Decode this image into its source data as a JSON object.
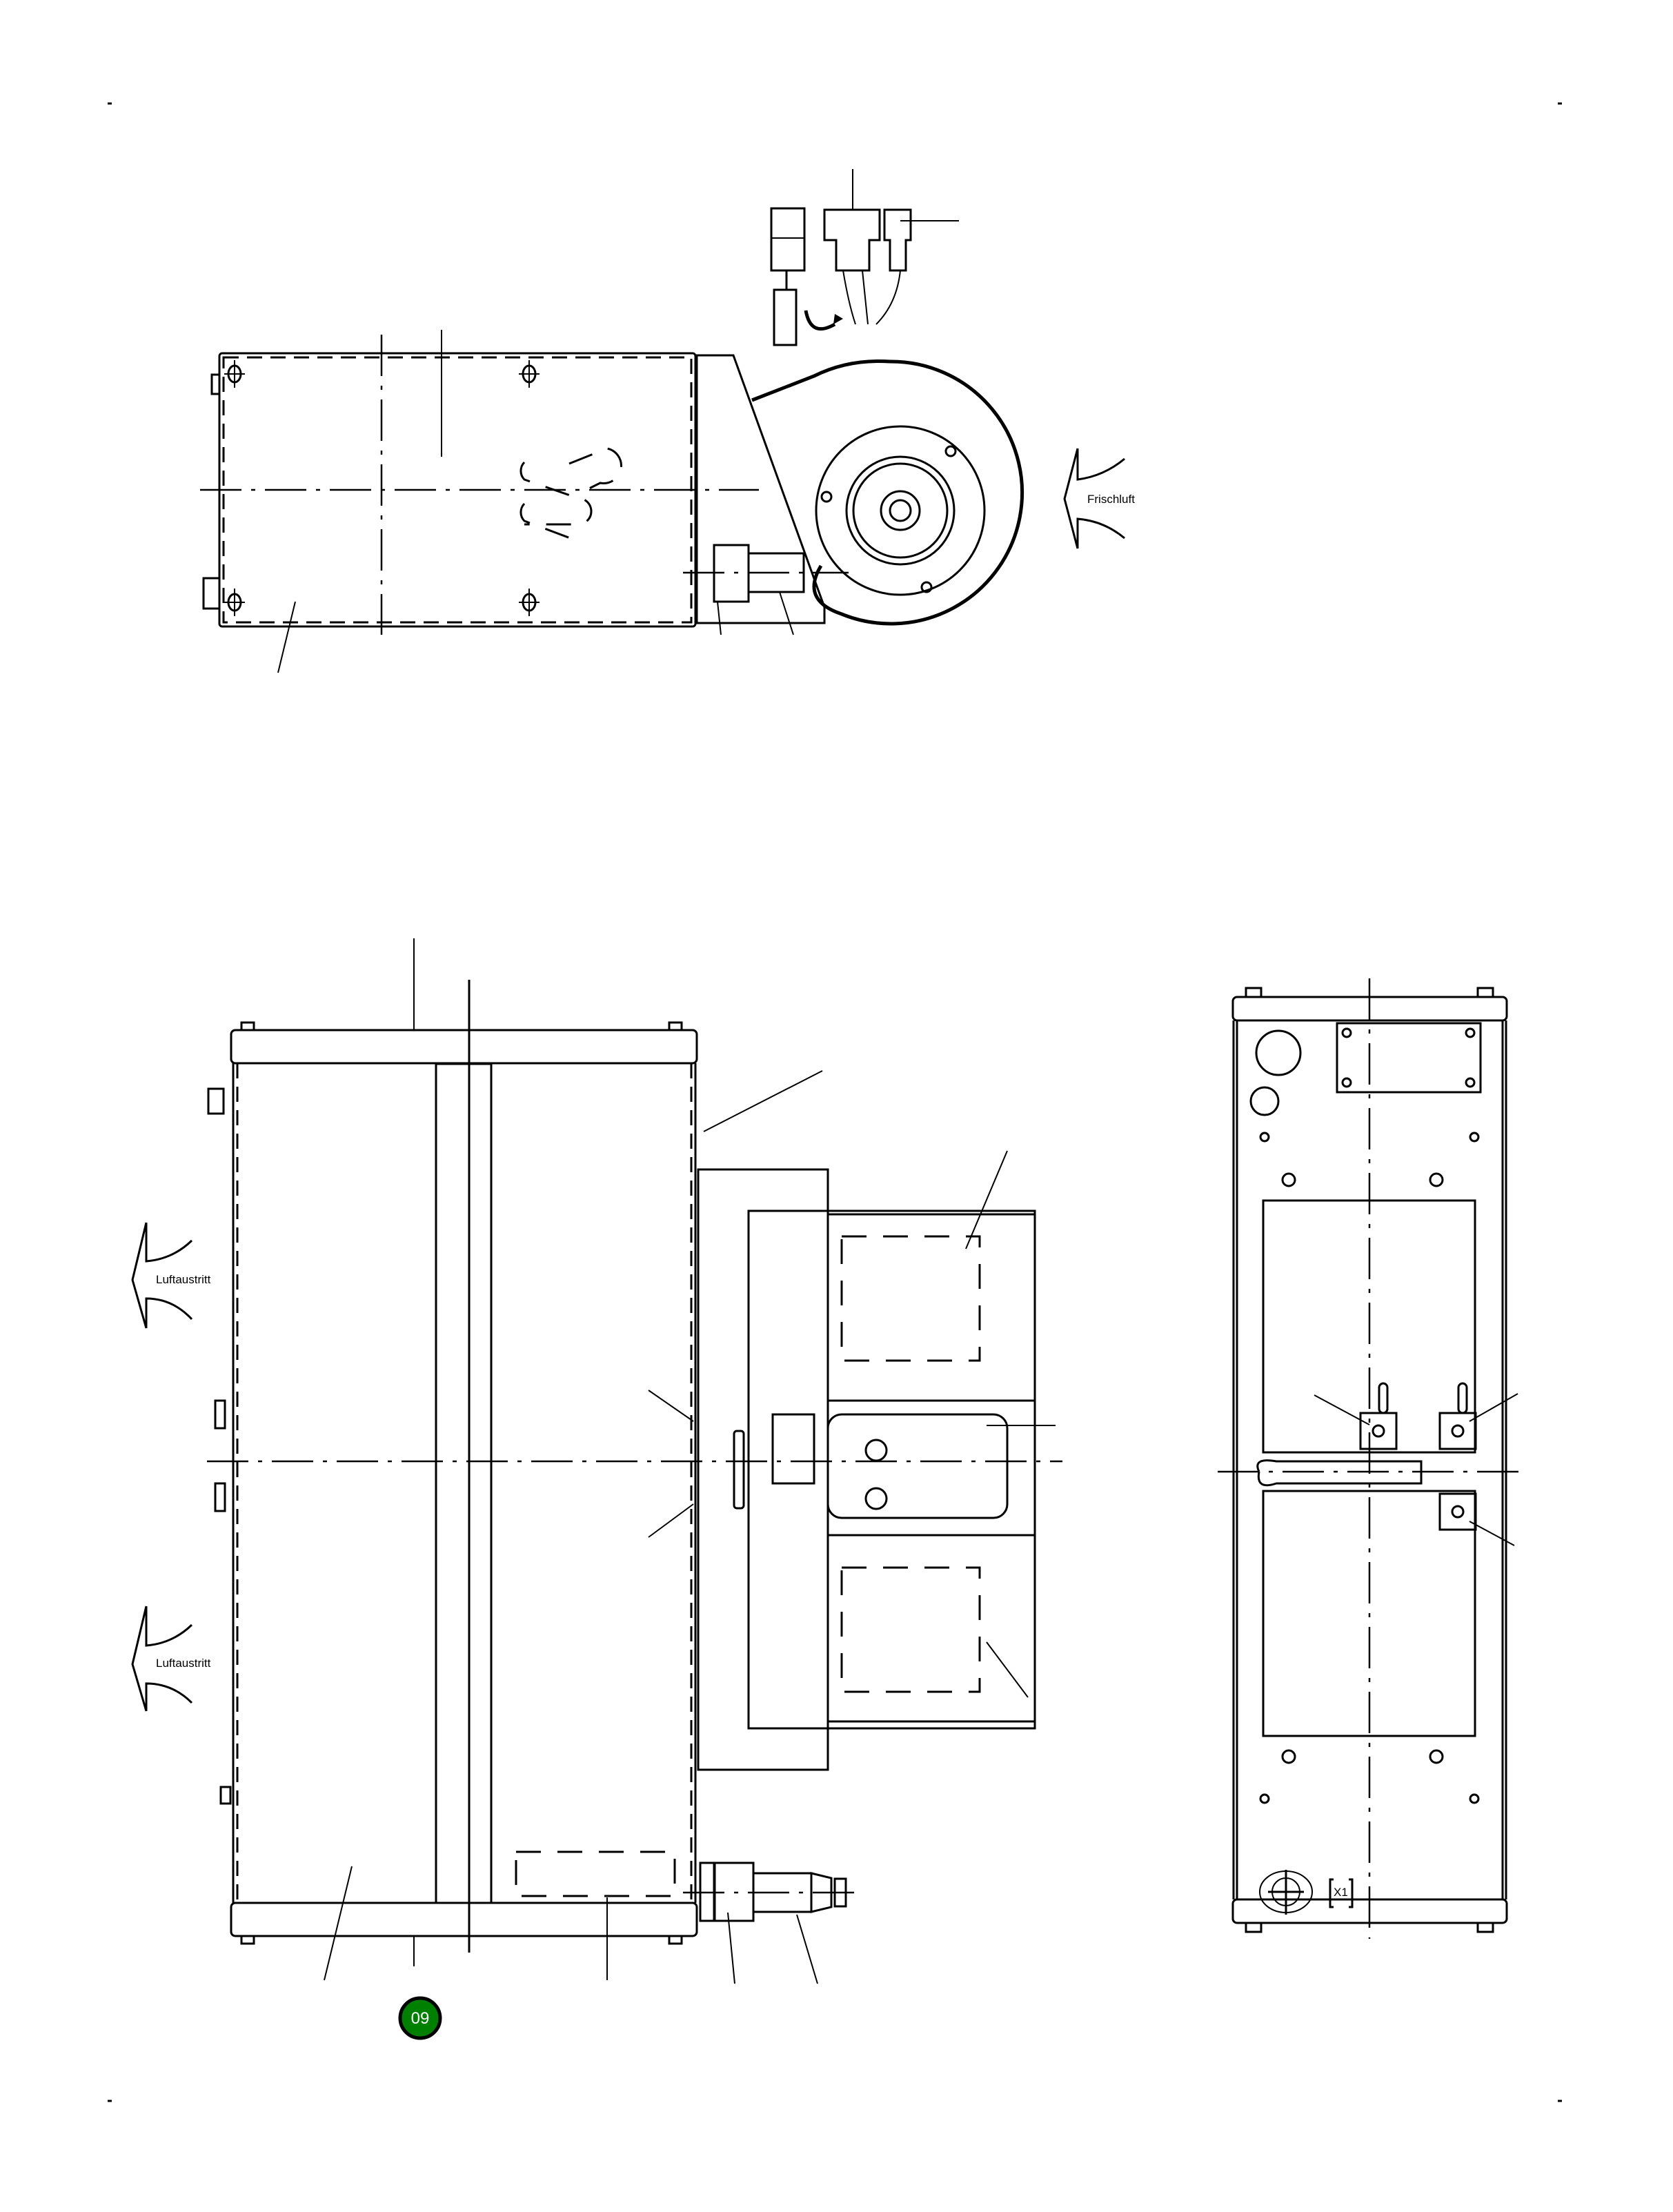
{
  "document": {
    "type": "technical-drawing",
    "colors": {
      "line": "#000000",
      "background": "#ffffff",
      "badge_fill": "#008000",
      "badge_text": "#ffffff"
    }
  },
  "corner_marks": [
    {
      "position": "top-left",
      "glyph": "-"
    },
    {
      "position": "top-right",
      "glyph": "-"
    },
    {
      "position": "bottom-left",
      "glyph": "-"
    },
    {
      "position": "bottom-right",
      "glyph": "-"
    }
  ],
  "top_view": {
    "airflow_label": "Frischluft",
    "airflow_icon": "arrow-left-icon",
    "components": [
      "heat-exchanger-housing",
      "blower-fan",
      "connector-plugs",
      "inlet-fitting",
      "mounting-bracket"
    ]
  },
  "front_view": {
    "airflow_labels": [
      "Luftaustritt",
      "Luftaustritt"
    ],
    "airflow_icon": "arrow-left-icon",
    "callout_badge": {
      "number": "09",
      "color": "#008000"
    },
    "components": [
      "heat-exchanger-housing",
      "motor-assembly",
      "connector-block",
      "inlet-fitting",
      "type-plate"
    ]
  },
  "side_view": {
    "marking": "X1",
    "components": [
      "mounting-plate",
      "terminal-blocks",
      "cable-grommet",
      "flange"
    ]
  }
}
